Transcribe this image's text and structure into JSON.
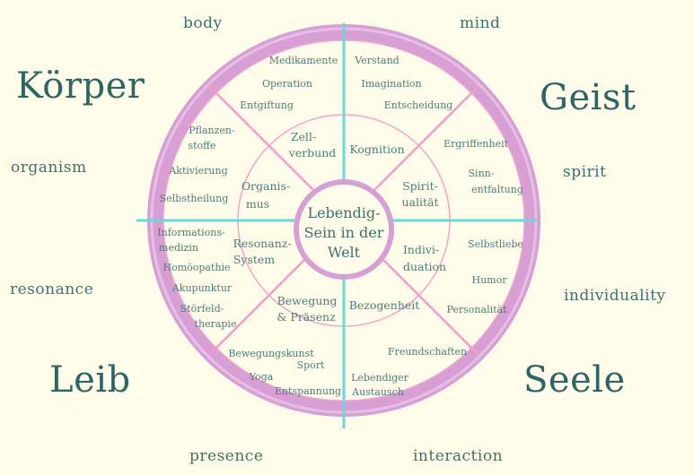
{
  "quadrant_titles": {
    "koerper": "Körper",
    "geist": "Geist",
    "leib": "Leib",
    "seele": "Seele"
  },
  "english_labels": {
    "body": "body",
    "mind": "mind",
    "organism": "organism",
    "spirit": "spirit",
    "resonance": "resonance",
    "individuality": "individuality",
    "presence": "presence",
    "interaction": "interaction"
  },
  "center": {
    "line1": "Lebendig-",
    "line2": "Sein in der",
    "line3": "Welt"
  },
  "inner_ring": {
    "zellverbund_1": "Zell-",
    "zellverbund_2": "verbund",
    "kognition": "Kognition",
    "organismus_1": "Organis-",
    "organismus_2": "mus",
    "spiritualitaet_1": "Spirit-",
    "spiritualitaet_2": "ualität",
    "resonanz_1": "Resonanz-",
    "resonanz_2": "System",
    "individuation_1": "Indivi-",
    "individuation_2": "duation",
    "bewegung_1": "Bewegung",
    "bewegung_2": "& Präsenz",
    "bezogenheit": "Bezogenheit"
  },
  "outer_ring": {
    "medikamente": "Medikamente",
    "operation": "Operation",
    "entgiftung": "Entgiftung",
    "verstand": "Verstand",
    "imagination": "Imagination",
    "entscheidung": "Entscheidung",
    "pflanzenstoffe_1": "Pflanzen-",
    "pflanzenstoffe_2": "stoffe",
    "aktivierung": "Aktivierung",
    "selbstheilung": "Selbstheilung",
    "ergriffenheit": "Ergriffenheit",
    "sinnentfaltung_1": "Sinn-",
    "sinnentfaltung_2": "entfaltung",
    "informationsmedizin_1": "Informations-",
    "informationsmedizin_2": "medizin",
    "homoeopathie": "Homöopathie",
    "akupunktur": "Akupunktur",
    "stoerfeld_1": "Störfeld-",
    "stoerfeld_2": "therapie",
    "selbstliebe": "Selbstliebe",
    "humor": "Humor",
    "personalitaet": "Personalität",
    "bewegungskunst": "Bewegungskunst",
    "sport": "Sport",
    "yoga": "Yoga",
    "entspannung": "Entspannung",
    "freundschaften": "Freundschaften",
    "lebendiger_1": "Lebendiger",
    "lebendiger_2": "Austausch"
  },
  "colors": {
    "background": "#fffcea",
    "rim": "#d59bd2",
    "axis": "#66dada",
    "diagonal": "#f49cc4",
    "text": "#2f6c6a"
  }
}
